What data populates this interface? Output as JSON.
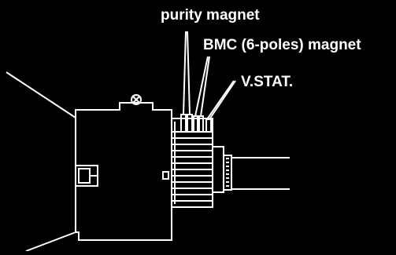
{
  "labels": {
    "purity": "purity magnet",
    "bmc": "BMC (6-poles) magnet",
    "vstat": "V.STAT."
  },
  "colors": {
    "background": "#000000",
    "line": "#ffffff"
  }
}
